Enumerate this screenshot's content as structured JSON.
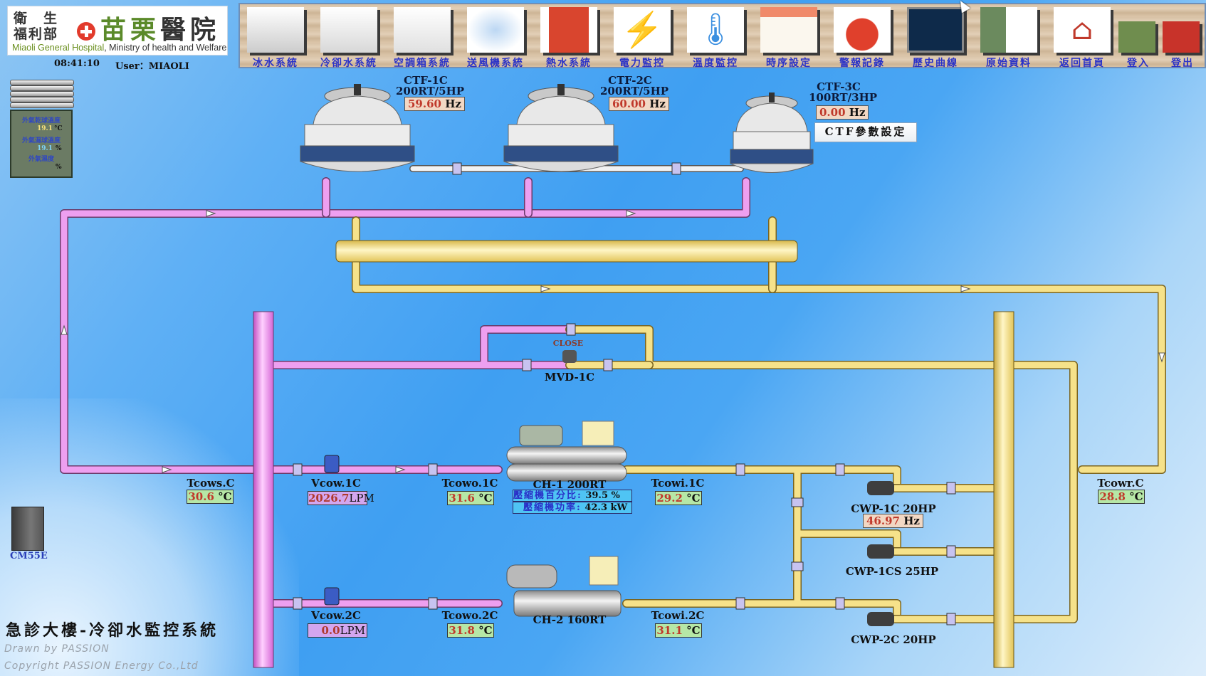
{
  "header": {
    "ministry_line1": "衛　生",
    "ministry_line2": "福利部",
    "hospital_name_green": "苗栗",
    "hospital_name_black": "醫院",
    "english_green": "Miaoli General Hospital",
    "english_rest": ", Ministry of health and Welfare",
    "clock": "08:41:10",
    "user": "User：MIAOLI"
  },
  "toolbar": {
    "items": [
      {
        "label": "冰水系統",
        "icon": "chiller-icon"
      },
      {
        "label": "冷卻水系統",
        "icon": "cooling-tower-icon"
      },
      {
        "label": "空調箱系統",
        "icon": "air-handler-icon"
      },
      {
        "label": "送風機系統",
        "icon": "blower-fan-icon"
      },
      {
        "label": "熱水系統",
        "icon": "water-heater-icon"
      },
      {
        "label": "電力監控",
        "icon": "lightning-icon"
      },
      {
        "label": "溫度監控",
        "icon": "thermometer-icon"
      },
      {
        "label": "時序設定",
        "icon": "calendar-icon"
      },
      {
        "label": "警報記錄",
        "icon": "alarm-beacon-icon"
      },
      {
        "label": "歷史曲線",
        "icon": "trend-monitor-icon"
      },
      {
        "label": "原始資料",
        "icon": "excel-export-icon"
      },
      {
        "label": "返回首頁",
        "icon": "home-icon"
      },
      {
        "label": "登入",
        "icon": "key-icon"
      },
      {
        "label": "登出",
        "icon": "lock-icon"
      }
    ]
  },
  "weather": {
    "dry_bulb_label": "外氣乾球溫度",
    "dry_bulb_value": "19.1",
    "dry_bulb_unit": "°C",
    "wet_bulb_label": "外氣濕球溫度",
    "wet_bulb_value": "19.1",
    "wet_bulb_unit": "%",
    "humidity_label": "外氣濕度",
    "humidity_value": "",
    "humidity_unit": "%"
  },
  "cooling_towers": [
    {
      "name": "CTF-1C",
      "spec": "200RT/5HP",
      "freq": "59.60",
      "unit": "Hz"
    },
    {
      "name": "CTF-2C",
      "spec": "200RT/5HP",
      "freq": "60.00",
      "unit": "Hz"
    },
    {
      "name": "CTF-3C",
      "spec": "100RT/3HP",
      "freq": "0.00",
      "unit": "Hz"
    }
  ],
  "ctf_settings_button": "CTF參數設定",
  "bypass_valve": {
    "name": "MVD-1C",
    "status": "CLOSE"
  },
  "sensors": {
    "tcows": {
      "name": "Tcows.C",
      "value": "30.6",
      "unit": "°C"
    },
    "vcow1": {
      "name": "Vcow.1C",
      "value": "2026.7",
      "unit": "LPM"
    },
    "tcowo1": {
      "name": "Tcowo.1C",
      "value": "31.6",
      "unit": "°C"
    },
    "tcowi1": {
      "name": "Tcowi.1C",
      "value": "29.2",
      "unit": "°C"
    },
    "tcowr": {
      "name": "Tcowr.C",
      "value": "28.8",
      "unit": "°C"
    },
    "vcow2": {
      "name": "Vcow.2C",
      "value": "0.0",
      "unit": "LPM"
    },
    "tcowo2": {
      "name": "Tcowo.2C",
      "value": "31.8",
      "unit": "°C"
    },
    "tcowi2": {
      "name": "Tcowi.2C",
      "value": "31.1",
      "unit": "°C"
    }
  },
  "chillers": [
    {
      "name": "CH-1  200RT",
      "load_label": "壓縮機百分比:",
      "load_value": "39.5 %",
      "power_label": "壓縮機功率:",
      "power_value": "42.3 kW"
    },
    {
      "name": "CH-2  160RT"
    }
  ],
  "pumps": [
    {
      "name": "CWP-1C 20HP",
      "freq": "46.97",
      "unit": "Hz"
    },
    {
      "name": "CWP-1CS 25HP"
    },
    {
      "name": "CWP-2C 20HP"
    }
  ],
  "controller": {
    "name": "CM55E"
  },
  "footer": {
    "title": "急診大樓-冷卻水監控系統",
    "drawn_by": "Drawn by  PASSION",
    "copyright": "Copyright  PASSION  Energy Co.,Ltd"
  },
  "colors": {
    "hot_pipe": "#e98be9",
    "cold_pipe": "#f2dc7a",
    "value_red": "#c0392b",
    "nav_label_blue": "#2a32c8",
    "temp_box_green": "#b6e7a6",
    "flow_box_purple": "#d3a6ef",
    "freq_box": "#f2d8c4"
  }
}
